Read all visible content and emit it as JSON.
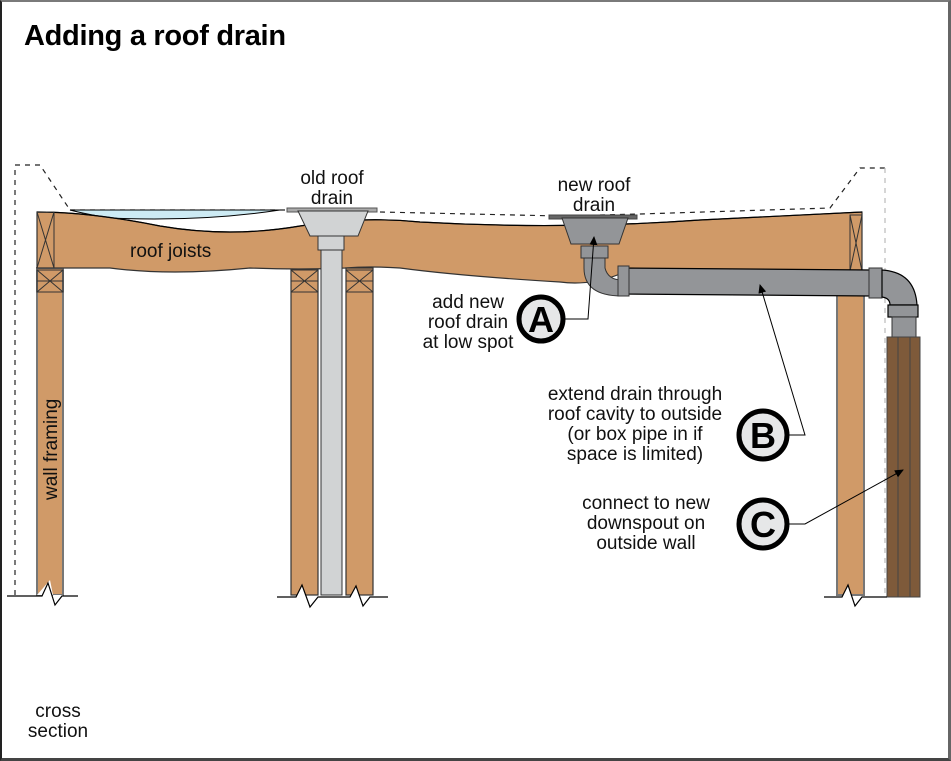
{
  "title": "Adding a roof drain",
  "view_label": [
    "cross",
    "section"
  ],
  "labels": {
    "roof_joists": "roof joists",
    "wall_framing": "wall framing",
    "old_roof_drain": [
      "old roof",
      "drain"
    ],
    "new_roof_drain": [
      "new roof",
      "drain"
    ]
  },
  "callouts": [
    {
      "letter": "A",
      "text": [
        "add new",
        "roof drain",
        "at low spot"
      ]
    },
    {
      "letter": "B",
      "text": [
        "extend drain through",
        "roof cavity to outside",
        "(or box pipe in if",
        "space is limited)"
      ]
    },
    {
      "letter": "C",
      "text": [
        "connect to new",
        "downspout on",
        "outside wall"
      ]
    }
  ],
  "colors": {
    "wood": "#d09a68",
    "wood_outline": "#555555",
    "downspout": "#7e5a3a",
    "pipe_new": "#939598",
    "pipe_old": "#d1d3d4",
    "ponding_water": "#cdebf4",
    "badge_fill": "#e6e7e8"
  }
}
